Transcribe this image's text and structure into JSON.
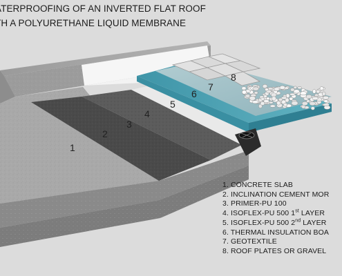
{
  "title": {
    "line1": "ATERPROOFING OF AN INVERTED FLAT ROOF",
    "line2": "TH A POLYURETHANE LIQUID MEMBRANE"
  },
  "callouts": [
    "1",
    "2",
    "3",
    "4",
    "5",
    "6",
    "7",
    "8"
  ],
  "legend": [
    "1. CONCRETE SLAB",
    "2. INCLINATION CEMENT MOR",
    "3. PRIMER-PU 100",
    "4. ISOFLEX-PU 500 1st LAYER",
    "5. ISOFLEX-PU 500 2nd LAYER",
    "6. THERMAL INSULATION BOA",
    "7. GEOTEXTILE",
    "8. ROOF PLATES OR GRAVEL"
  ],
  "colors": {
    "background": "#dcdcdc",
    "concrete": "#a9a9a9",
    "mortar": "#4a4a4a",
    "primer": "#5a5a5a",
    "membrane": "#f3f3f3",
    "insulation": "#4fa3b4",
    "geotextile": "#9fbfc6",
    "plates": "#d9d9d9"
  }
}
